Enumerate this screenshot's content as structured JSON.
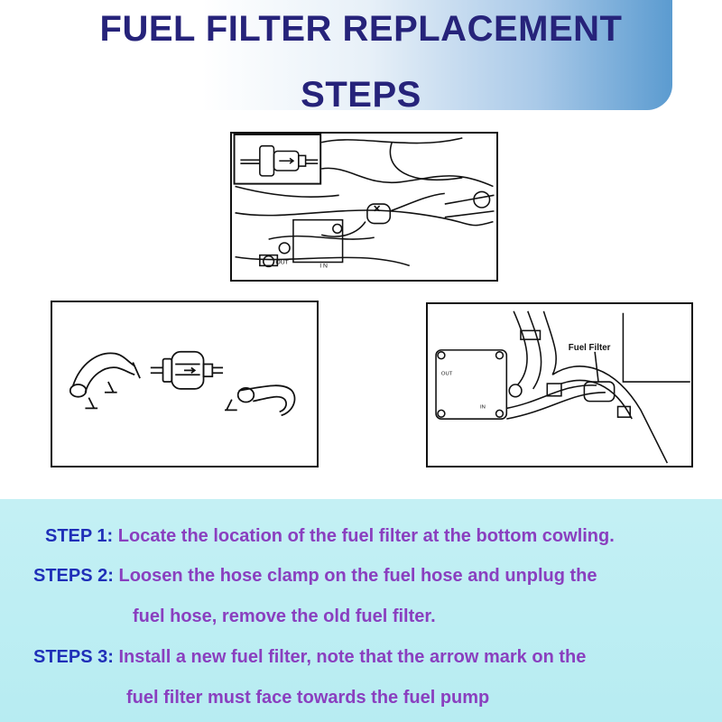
{
  "title": {
    "line1": "FUEL FILTER REPLACEMENT",
    "line2": "STEPS"
  },
  "figures": {
    "top": {
      "labels": {
        "out": "OUT",
        "in": "I N"
      }
    },
    "left": {},
    "right": {
      "labels": {
        "fuel_filter": "Fuel Filter",
        "out": "OUT",
        "in": "IN"
      }
    }
  },
  "steps": [
    {
      "label": "STEP 1:",
      "text": "Locate the location of the fuel filter at the bottom cowling."
    },
    {
      "label": "STEPS 2:",
      "text": "Loosen the hose clamp on the fuel hose and unplug the",
      "continuation": "fuel hose, remove the old fuel filter."
    },
    {
      "label": "STEPS 3:",
      "text": "Install a new fuel filter, note that the arrow mark on the",
      "continuation": "fuel filter must face towards the fuel pump"
    }
  ],
  "colors": {
    "title": "#26237a",
    "step_label": "#1f2fb8",
    "step_text": "#8a3fbf",
    "panel": "#b7ecf2"
  }
}
